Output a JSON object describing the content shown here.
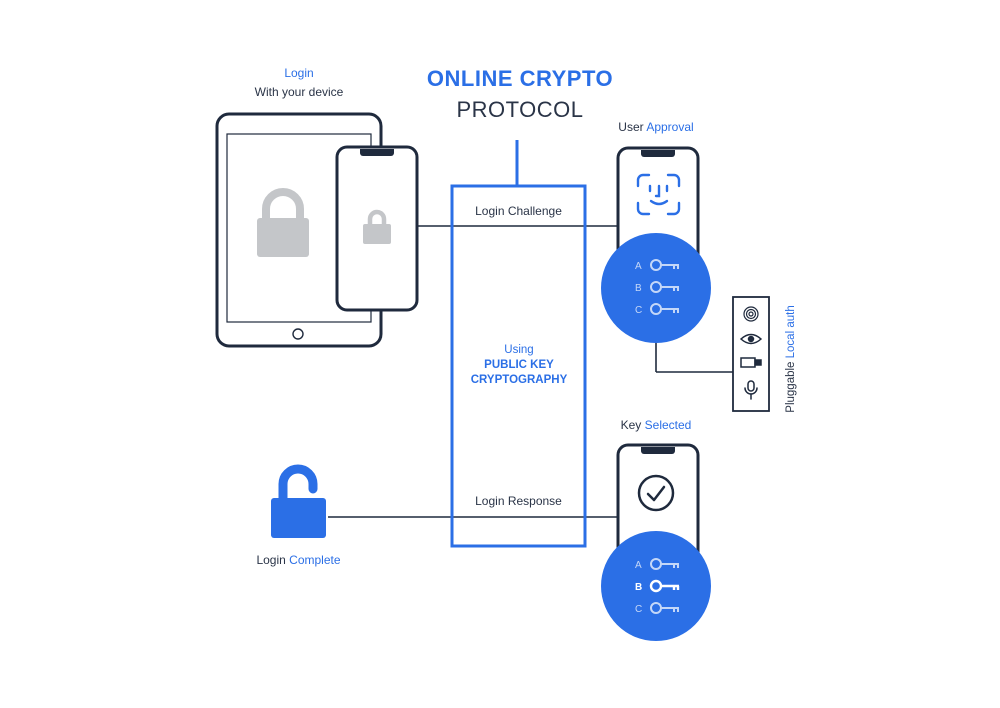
{
  "title": {
    "line1": "ONLINE CRYPTO",
    "line2": "PROTOCOL"
  },
  "login": {
    "title": "Login",
    "subtitle": "With your device"
  },
  "user_approval": {
    "prefix": "User",
    "highlight": "Approval"
  },
  "center_box": {
    "using": "Using",
    "line1": "PUBLIC KEY",
    "line2": "CRYPTOGRAPHY"
  },
  "login_challenge": "Login Challenge",
  "login_response": "Login Response",
  "login_complete": {
    "prefix": "Login",
    "highlight": "Complete"
  },
  "key_selected": {
    "prefix": "Key",
    "highlight": "Selected"
  },
  "pluggable": {
    "prefix": "Pluggable",
    "highlight": "Local auth"
  },
  "keys_top": [
    "A",
    "B",
    "C"
  ],
  "keys_bottom": [
    "A",
    "B",
    "C"
  ],
  "auth_methods": [
    "fingerprint-icon",
    "eye-icon",
    "usb-key-icon",
    "microphone-icon"
  ],
  "colors": {
    "accent": "#2b6fe6",
    "dark": "#1f2a3d",
    "gray_lock": "#c4c6c9"
  }
}
